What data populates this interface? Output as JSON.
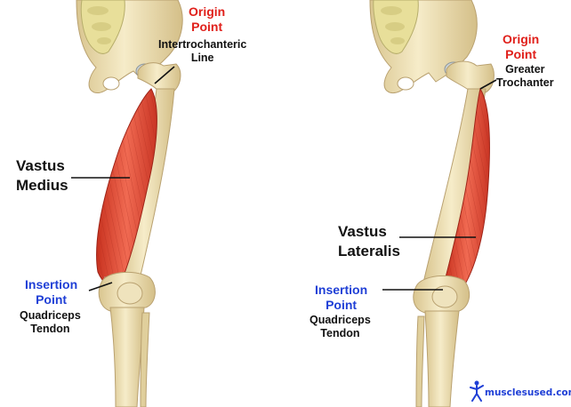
{
  "left_diagram": {
    "origin_title": "Origin\nPoint",
    "origin_detail": "Intertrochanteric\nLine",
    "muscle_name": "Vastus\nMedius",
    "insertion_title": "Insertion\nPoint",
    "insertion_detail": "Quadriceps\nTendon"
  },
  "right_diagram": {
    "origin_title": "Origin\nPoint",
    "origin_detail": "Greater\nTrochanter",
    "muscle_name": "Vastus\nLateralis",
    "insertion_title": "Insertion\nPoint",
    "insertion_detail": "Quadriceps\nTendon"
  },
  "watermark": {
    "text": "musclesused.com"
  },
  "colors": {
    "bone": "#eee0b6",
    "bone_shadow": "#c9b583",
    "muscle": "#e04a3a",
    "muscle_light": "#f28a72",
    "origin_label": "#e0201b",
    "insertion_label": "#1f3fd6",
    "text": "#111111"
  }
}
